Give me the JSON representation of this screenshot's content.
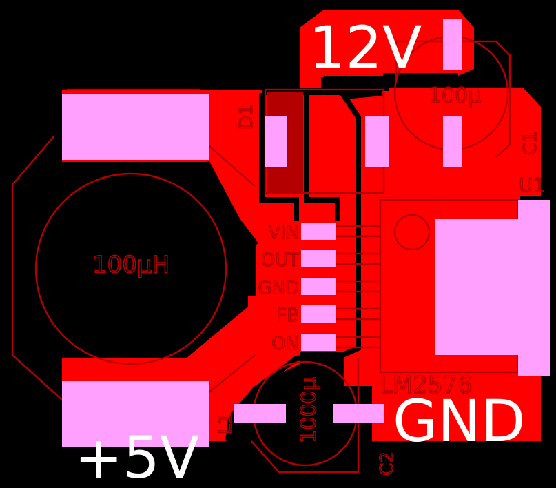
{
  "colors": {
    "background": "#000000",
    "copper": "#ff0000",
    "silkscreen": "#b40000",
    "pad": "#ffa0ff",
    "diode_body": "#b40000",
    "label_text": "#ffffff"
  },
  "net_labels": {
    "input": "12V",
    "output": "+5V",
    "ground": "GND"
  },
  "components": {
    "inductor": {
      "value": "100µH",
      "ref": "L1"
    },
    "input_cap": {
      "value": "100µ",
      "ref": "C1"
    },
    "output_cap": {
      "value": "1000µ",
      "ref": "C2"
    },
    "diode": {
      "ref": "D1"
    },
    "regulator": {
      "part": "LM2576",
      "ref": "U1"
    }
  },
  "regulator_pins": [
    "VIN",
    "OUT",
    "GND",
    "FB",
    "ON"
  ]
}
